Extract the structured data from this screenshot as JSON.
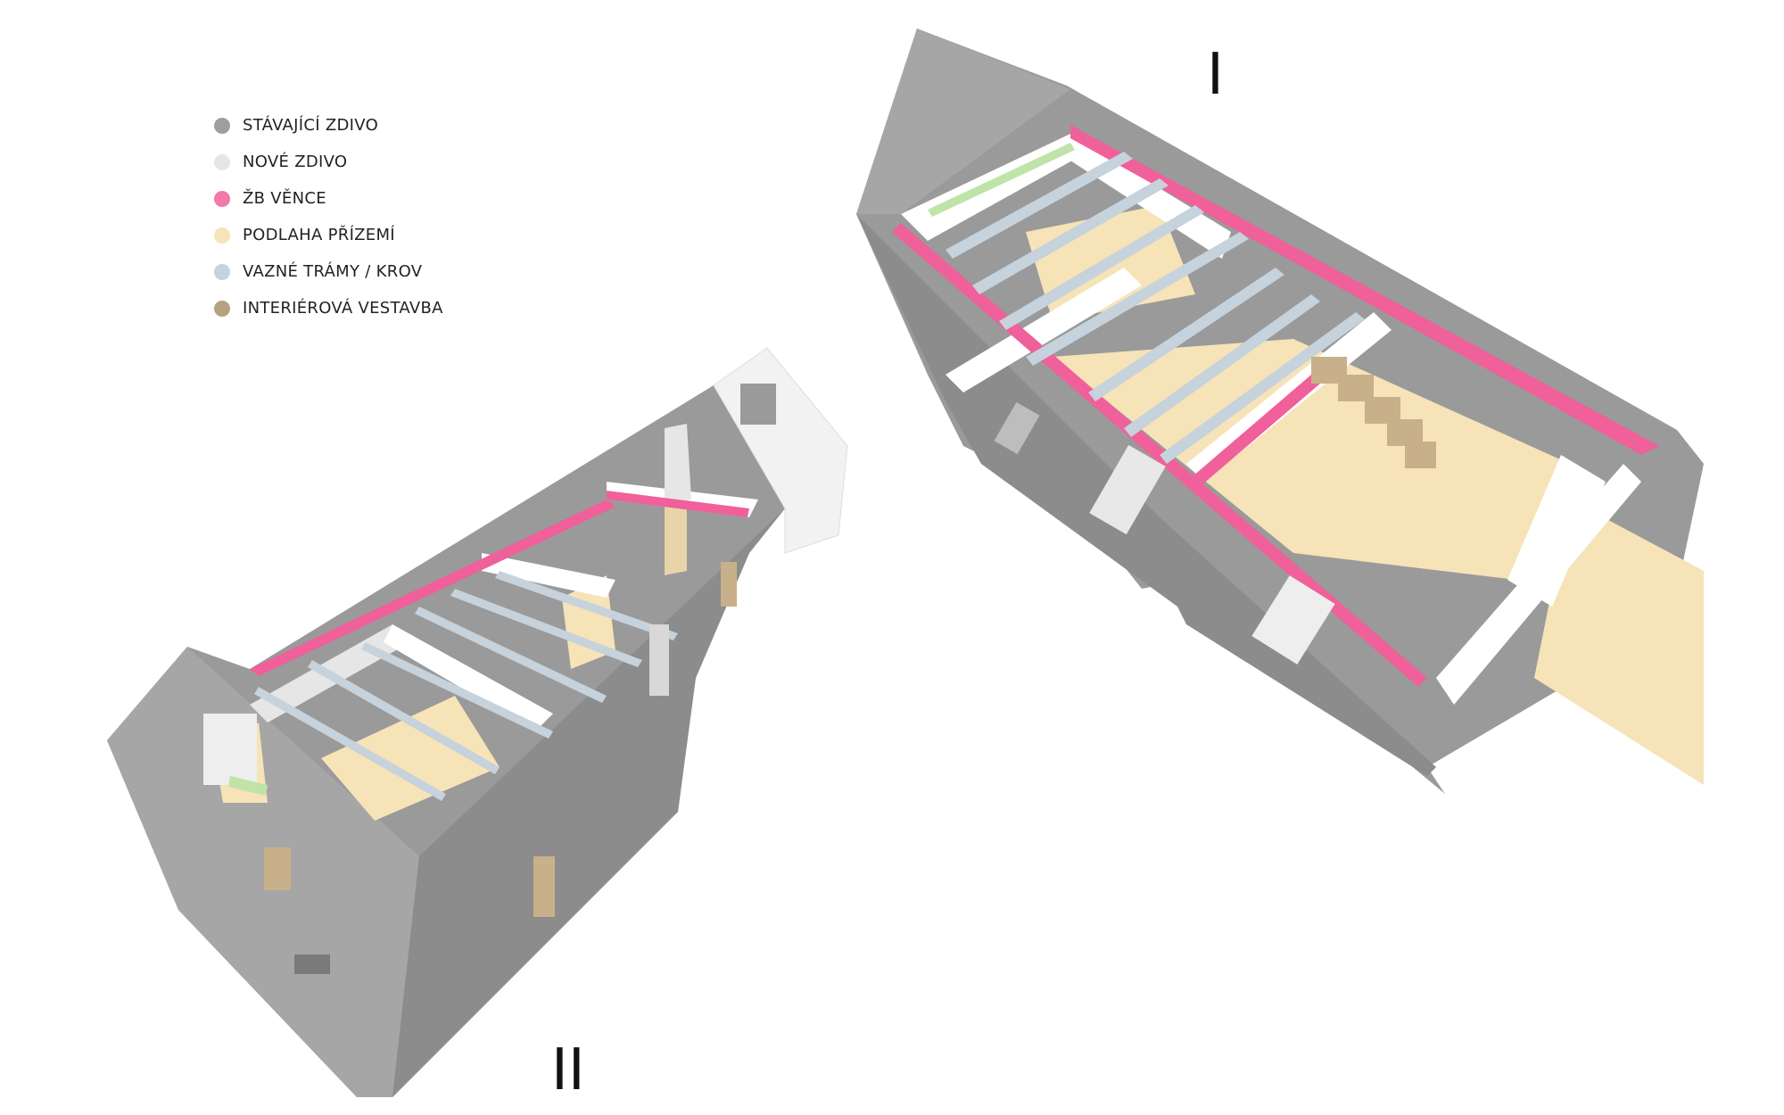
{
  "legend": [
    {
      "label": "STÁVAJÍCÍ ZDIVO",
      "color": "#9e9e9e"
    },
    {
      "label": "NOVÉ ZDIVO",
      "color": "#e6e6e6"
    },
    {
      "label": "ŽB VĚNCE",
      "color": "#f07aa8"
    },
    {
      "label": "PODLAHA PŘÍZEMÍ",
      "color": "#f6e3b8"
    },
    {
      "label": "VAZNÉ TRÁMY / KROV",
      "color": "#c6d2dc"
    },
    {
      "label": "INTERIÉROVÁ VESTAVBA",
      "color": "#b5a27e"
    }
  ],
  "views": {
    "view_1_label": "I",
    "view_2_label": "II"
  },
  "colors": {
    "existing_wall": "#9a9a9a",
    "existing_wall_dark": "#8c8c8c",
    "existing_wall_light": "#c4c4c4",
    "new_wall": "#ffffff",
    "rc_ring_beam": "#f0609a",
    "floor": "#f6e3b8",
    "beams": "#c6d2dc",
    "interior": "#c8b08a",
    "green_accent": "#bfe3a8"
  }
}
